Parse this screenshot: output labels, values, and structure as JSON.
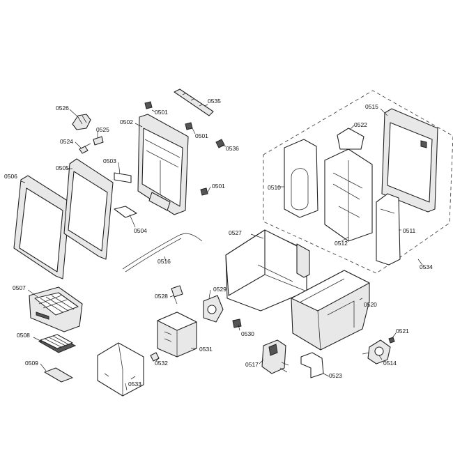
{
  "labels": {
    "p0526": "0526",
    "p0525": "0525",
    "p0524": "0524",
    "p0506": "0506",
    "p0505": "0505",
    "p0503": "0503",
    "p0502": "0502",
    "p0501a": "0501",
    "p0501b": "0501",
    "p0501c": "0501",
    "p0535": "0535",
    "p0536": "0536",
    "p0504": "0504",
    "p0516": "0516",
    "p0507": "0507",
    "p0508": "0508",
    "p0509": "0509",
    "p0528": "0528",
    "p0529": "0529",
    "p0530": "0530",
    "p0531": "0531",
    "p0532": "0532",
    "p0533": "0533",
    "p0527": "0527",
    "p0510": "0510",
    "p0512": "0512",
    "p0522": "0522",
    "p0515": "0515",
    "p0511": "0511",
    "p0534": "0534",
    "p0520": "0520",
    "p0521": "0521",
    "p0514": "0514",
    "p0517": "0517",
    "p0523": "0523"
  }
}
